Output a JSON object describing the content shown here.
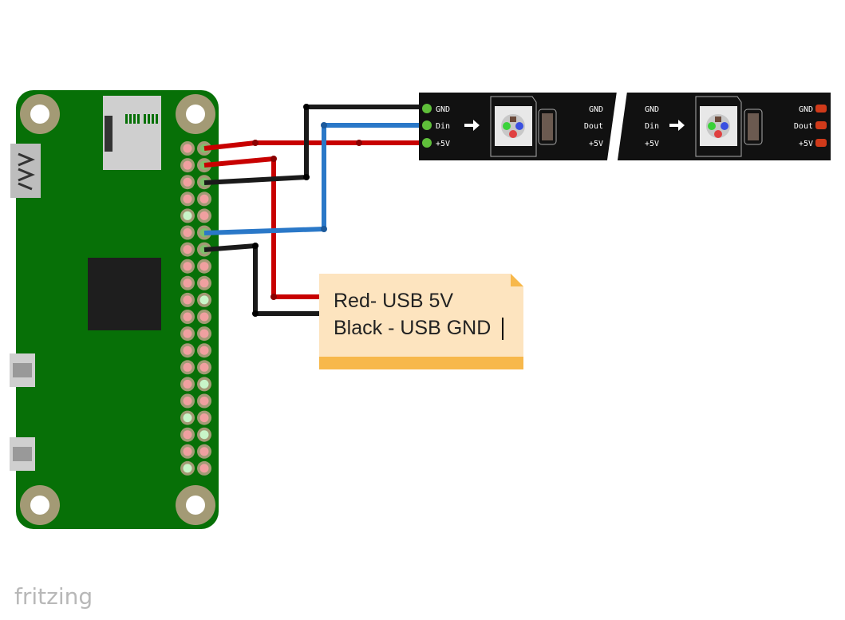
{
  "strip": {
    "in_labels": [
      "GND",
      "Din",
      "+5V"
    ],
    "mid_out_labels": [
      "GND",
      "Dout",
      "+5V"
    ],
    "mid_in_labels": [
      "GND",
      "Din",
      "+5V"
    ],
    "out_labels": [
      "GND",
      "Dout",
      "+5V"
    ]
  },
  "note": {
    "line1": "Red- USB 5V",
    "line2": "Black - USB GND"
  },
  "logo": "fritzing",
  "colors": {
    "board": "#077007",
    "wire_red": "#c80000",
    "wire_black": "#1a1a1a",
    "wire_blue": "#2a78c8",
    "note_bg": "#fde4bf",
    "note_bar": "#f7b84b"
  }
}
